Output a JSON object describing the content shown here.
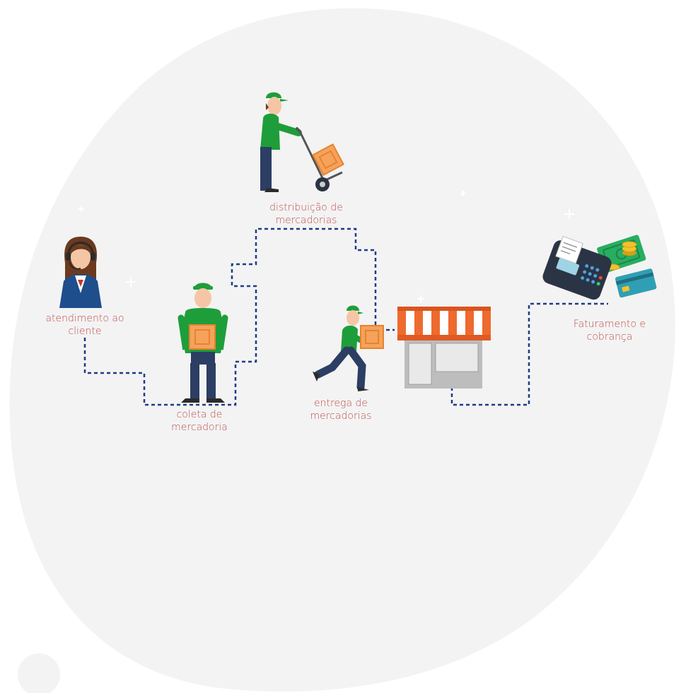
{
  "colors": {
    "background_blob": "#f3f3f3",
    "path_line": "#1f3b8a",
    "label_text": "#c0504d",
    "uniform_green": "#1e9e3a",
    "uniform_pants": "#2c3e64",
    "box_orange": "#f5a25d",
    "awning_orange": "#ee6a2e",
    "money_green": "#27ae60",
    "coin_gold": "#f2c12e",
    "terminal_dark": "#2b3444"
  },
  "steps": [
    {
      "id": "atendimento",
      "line1": "atendimento ao",
      "line2": "cliente",
      "icon": "call-center-agent-icon"
    },
    {
      "id": "coleta",
      "line1": "coleta de",
      "line2": "mercadoria",
      "icon": "worker-carrying-box-icon"
    },
    {
      "id": "distribuicao",
      "line1": "distribuição de",
      "line2": "mercadorias",
      "icon": "worker-with-hand-truck-icon"
    },
    {
      "id": "entrega",
      "line1": "entrega de",
      "line2": "mercadorias",
      "icon": "running-delivery-worker-icon"
    },
    {
      "id": "loja",
      "icon": "storefront-icon"
    },
    {
      "id": "faturamento",
      "line1": "Faturamento e",
      "line2": "cobrança",
      "icon": "payment-terminal-money-icon"
    }
  ]
}
